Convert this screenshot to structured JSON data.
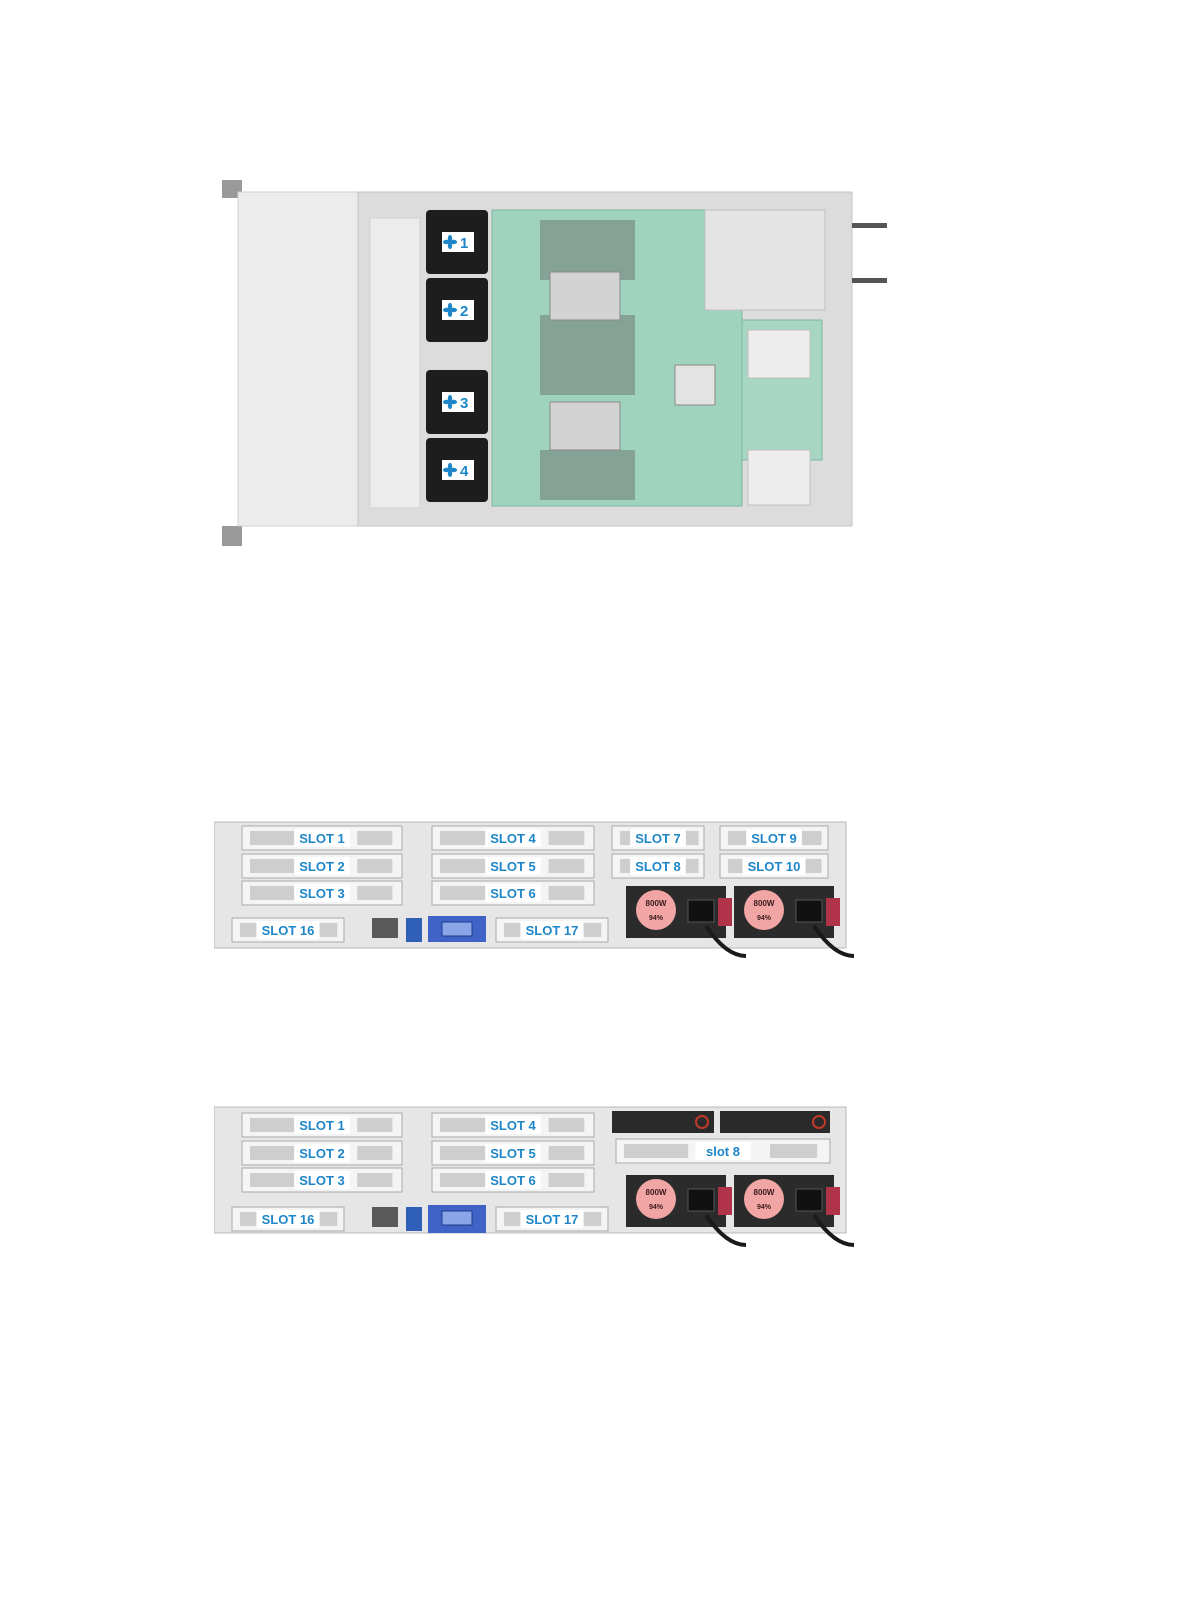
{
  "figures": {
    "top_view": {
      "fans": [
        {
          "num": "1"
        },
        {
          "num": "2"
        },
        {
          "num": "3"
        },
        {
          "num": "4"
        }
      ],
      "fan_icon": "fan-icon"
    },
    "rear_view_a": {
      "slots": [
        "SLOT 1",
        "SLOT 2",
        "SLOT 3",
        "SLOT 4",
        "SLOT 5",
        "SLOT 6",
        "SLOT 7",
        "SLOT 8",
        "SLOT 9",
        "SLOT 10",
        "SLOT 16",
        "SLOT 17"
      ],
      "psu": [
        {
          "watt": "800W",
          "eff": "94%"
        },
        {
          "watt": "800W",
          "eff": "94%"
        }
      ]
    },
    "rear_view_b": {
      "slots": [
        "SLOT 1",
        "SLOT 2",
        "SLOT 3",
        "SLOT 4",
        "SLOT 5",
        "SLOT 6",
        "slot 8",
        "SLOT 16",
        "SLOT 17"
      ],
      "psu": [
        {
          "watt": "800W",
          "eff": "94%"
        },
        {
          "watt": "800W",
          "eff": "94%"
        }
      ]
    }
  },
  "colors": {
    "label_text": "#1e86c8",
    "chassis": "#e6e6e6",
    "board": "#9fd3bd",
    "fan": "#1d1d1d",
    "vga": "#3f63c6",
    "psu_handle": "#b0334a"
  }
}
